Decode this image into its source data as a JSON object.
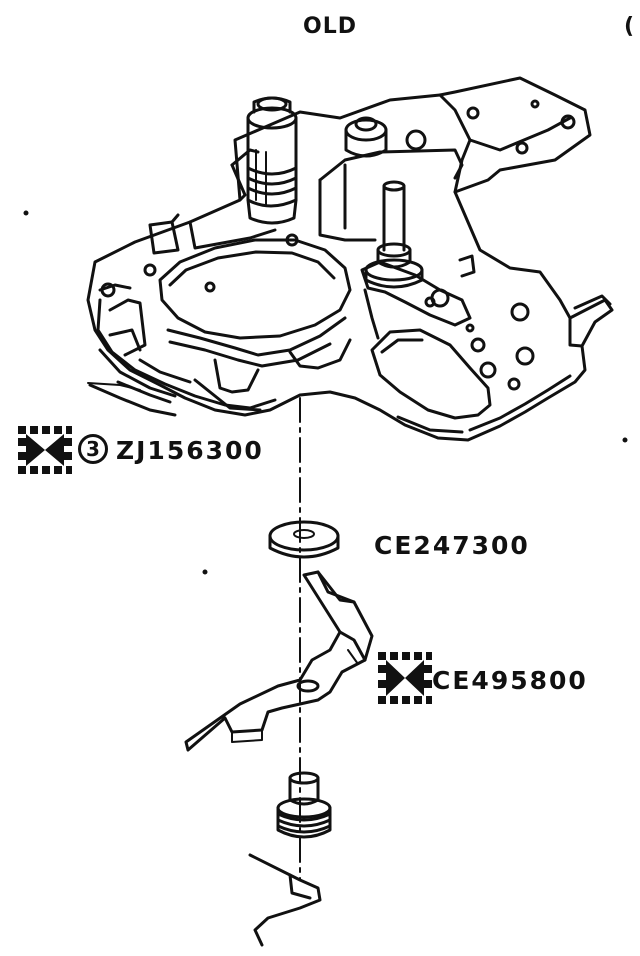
{
  "header": {
    "title": "OLD",
    "edge_glyph": "("
  },
  "parts": [
    {
      "id": "zj",
      "marker": "3",
      "number": "ZJ156300",
      "has_new_mark": true
    },
    {
      "id": "washer",
      "number": "CE247300",
      "has_new_mark": false
    },
    {
      "id": "lever",
      "number": "CE495800",
      "has_new_mark": true
    }
  ],
  "colors": {
    "ink": "#111111",
    "paper": "#ffffff"
  },
  "icons": {
    "new_part_mark": "dotted-box-x-icon"
  }
}
